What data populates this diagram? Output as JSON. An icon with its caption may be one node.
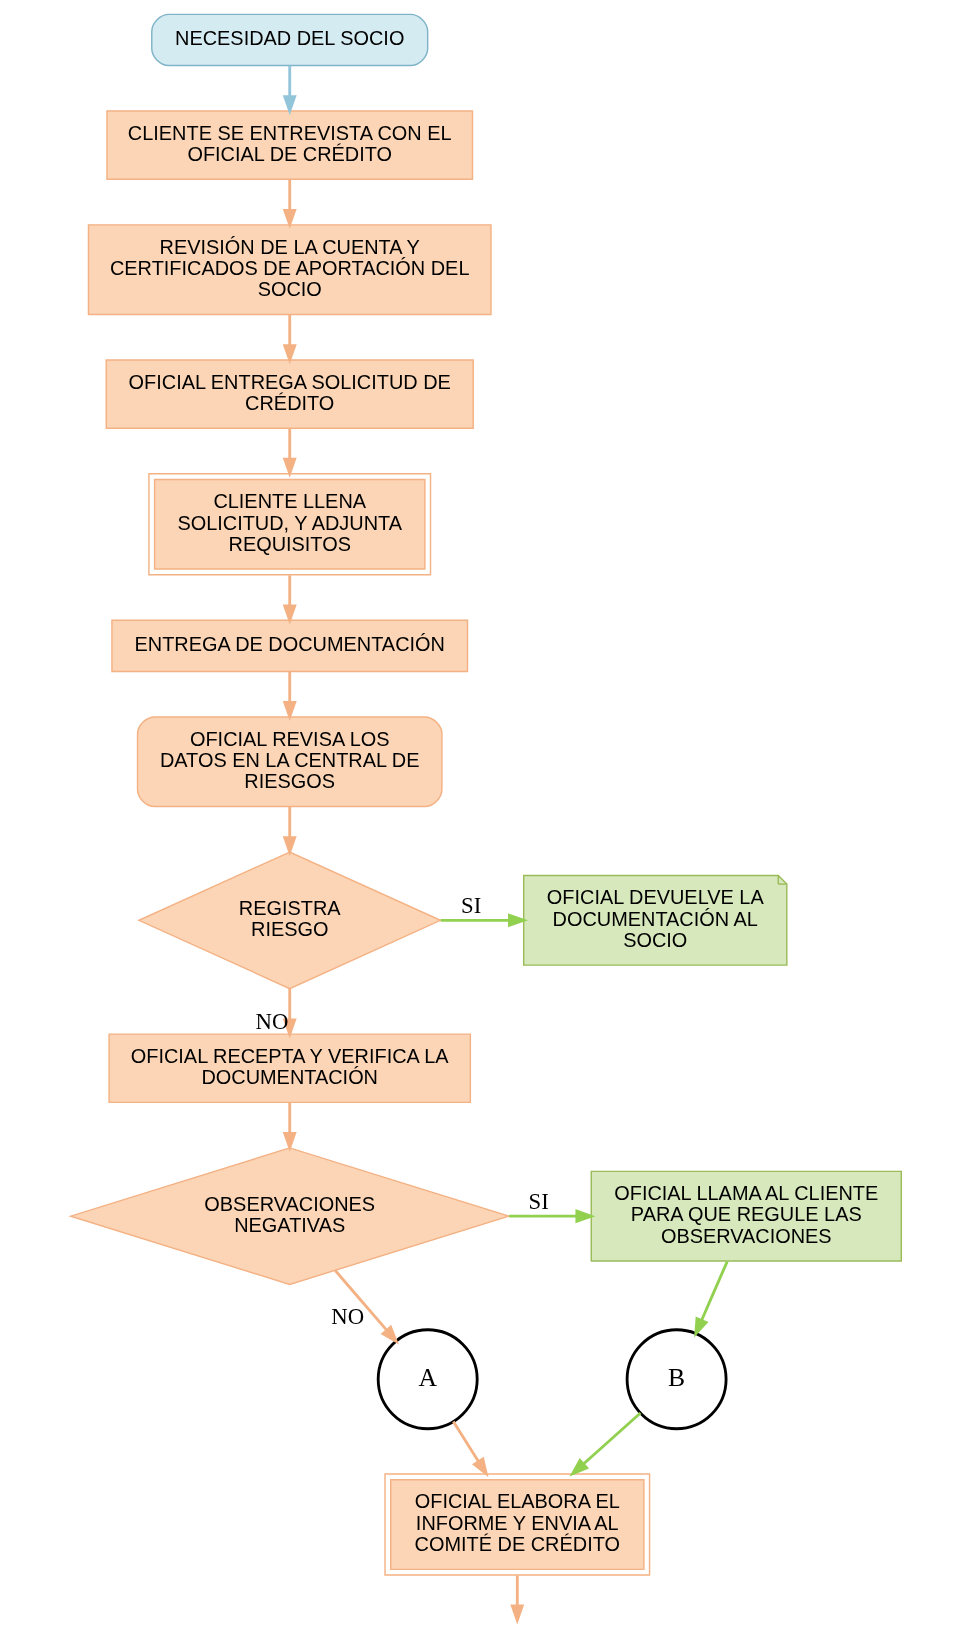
{
  "diagram": {
    "nodes": [
      {
        "text": [
          "NECESIDAD DEL SOCIO"
        ]
      },
      {
        "text": [
          "CLIENTE SE ENTREVISTA CON EL OFICIAL DE CRÉDITO"
        ]
      },
      {
        "text": [
          "REVISIÓN DE LA CUENTA Y CERTIFICADOS DE APORTACIÓN DEL SOCIO"
        ]
      },
      {
        "text": [
          "OFICIAL ENTREGA SOLICITUD DE CRÉDITO"
        ]
      },
      {
        "text": [
          "CLIENTE LLENA SOLICITUD, Y ADJUNTA REQUISITOS"
        ]
      },
      {
        "text": [
          "ENTREGA DE DOCUMENTACIÓN"
        ]
      },
      {
        "text": [
          "OFICIAL REVISA LOS DATOS EN LA CENTRAL DE RIESGOS"
        ]
      },
      {
        "text": [
          "REGISTRA RIESGO"
        ]
      },
      {
        "text": [
          "OFICIAL DEVUELVE LA DOCUMENTACIÓN AL SOCIO"
        ]
      },
      {
        "text": [
          "OFICIAL RECEPTA Y VERIFICA LA DOCUMENTACIÓN"
        ]
      },
      {
        "text": [
          "OBSERVACIONES NEGATIVAS"
        ]
      },
      {
        "text": [
          "OFICIAL LLAMA AL CLIENTE PARA QUE REGULE LAS OBSERVACIONES"
        ]
      },
      {
        "text": [
          "A"
        ]
      },
      {
        "text": [
          "B"
        ]
      },
      {
        "text": [
          "OFICIAL ELABORA EL INFORME Y ENVIA AL COMITÉ DE CRÉDITO"
        ]
      }
    ],
    "edges": [
      {
        "from": 0,
        "to": 1,
        "arrow": "to",
        "color": "#92c5d9"
      },
      {
        "from": 1,
        "to": 2,
        "arrow": "to"
      },
      {
        "from": 2,
        "to": 3,
        "arrow": "to"
      },
      {
        "from": 3,
        "to": 4,
        "arrow": "to"
      },
      {
        "from": 4,
        "to": 5,
        "arrow": "to"
      },
      {
        "from": 5,
        "to": 6,
        "arrow": "to"
      },
      {
        "from": 6,
        "to": 7,
        "arrow": "to"
      },
      {
        "from": 7,
        "to": 8,
        "arrow": "to",
        "label": "SI",
        "color": "#92d050"
      },
      {
        "from": 7,
        "to": 9,
        "arrow": "to",
        "label": "NO"
      },
      {
        "from": 9,
        "to": 10,
        "arrow": "to"
      },
      {
        "from": 10,
        "to": 11,
        "arrow": "to",
        "label": "SI",
        "color": "#92d050"
      },
      {
        "from": 10,
        "to": 12,
        "arrow": "to",
        "label": "NO"
      },
      {
        "from": 12,
        "to": 14,
        "arrow": "to"
      },
      {
        "from": 11,
        "to": 13,
        "arrow": "to",
        "color": "#92d050"
      },
      {
        "from": 13,
        "to": 14,
        "arrow": "to",
        "color": "#92d050"
      },
      {
        "from": 14,
        "to": null,
        "arrow": "to"
      }
    ]
  }
}
